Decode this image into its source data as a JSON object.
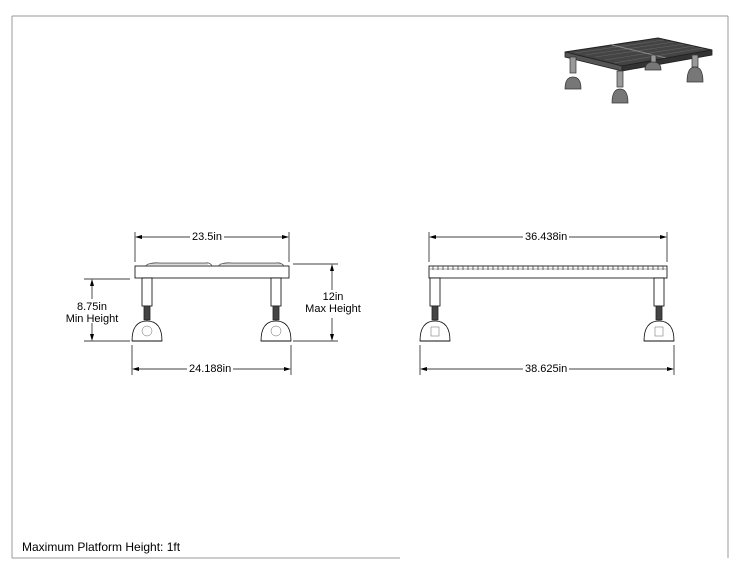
{
  "drawing": {
    "front_view": {
      "top_width": "23.5in",
      "bottom_width": "24.188in",
      "min_height_value": "8.75in",
      "min_height_label": "Min Height",
      "max_height_value": "12in",
      "max_height_label": "Max Height"
    },
    "side_view": {
      "top_length": "36.438in",
      "bottom_length": "38.625in"
    },
    "footer": "Maximum Platform Height: 1ft"
  },
  "colors": {
    "line": "#000000",
    "frame": "#888888",
    "iso_dark": "#3a3a3a",
    "iso_mid": "#777777"
  }
}
